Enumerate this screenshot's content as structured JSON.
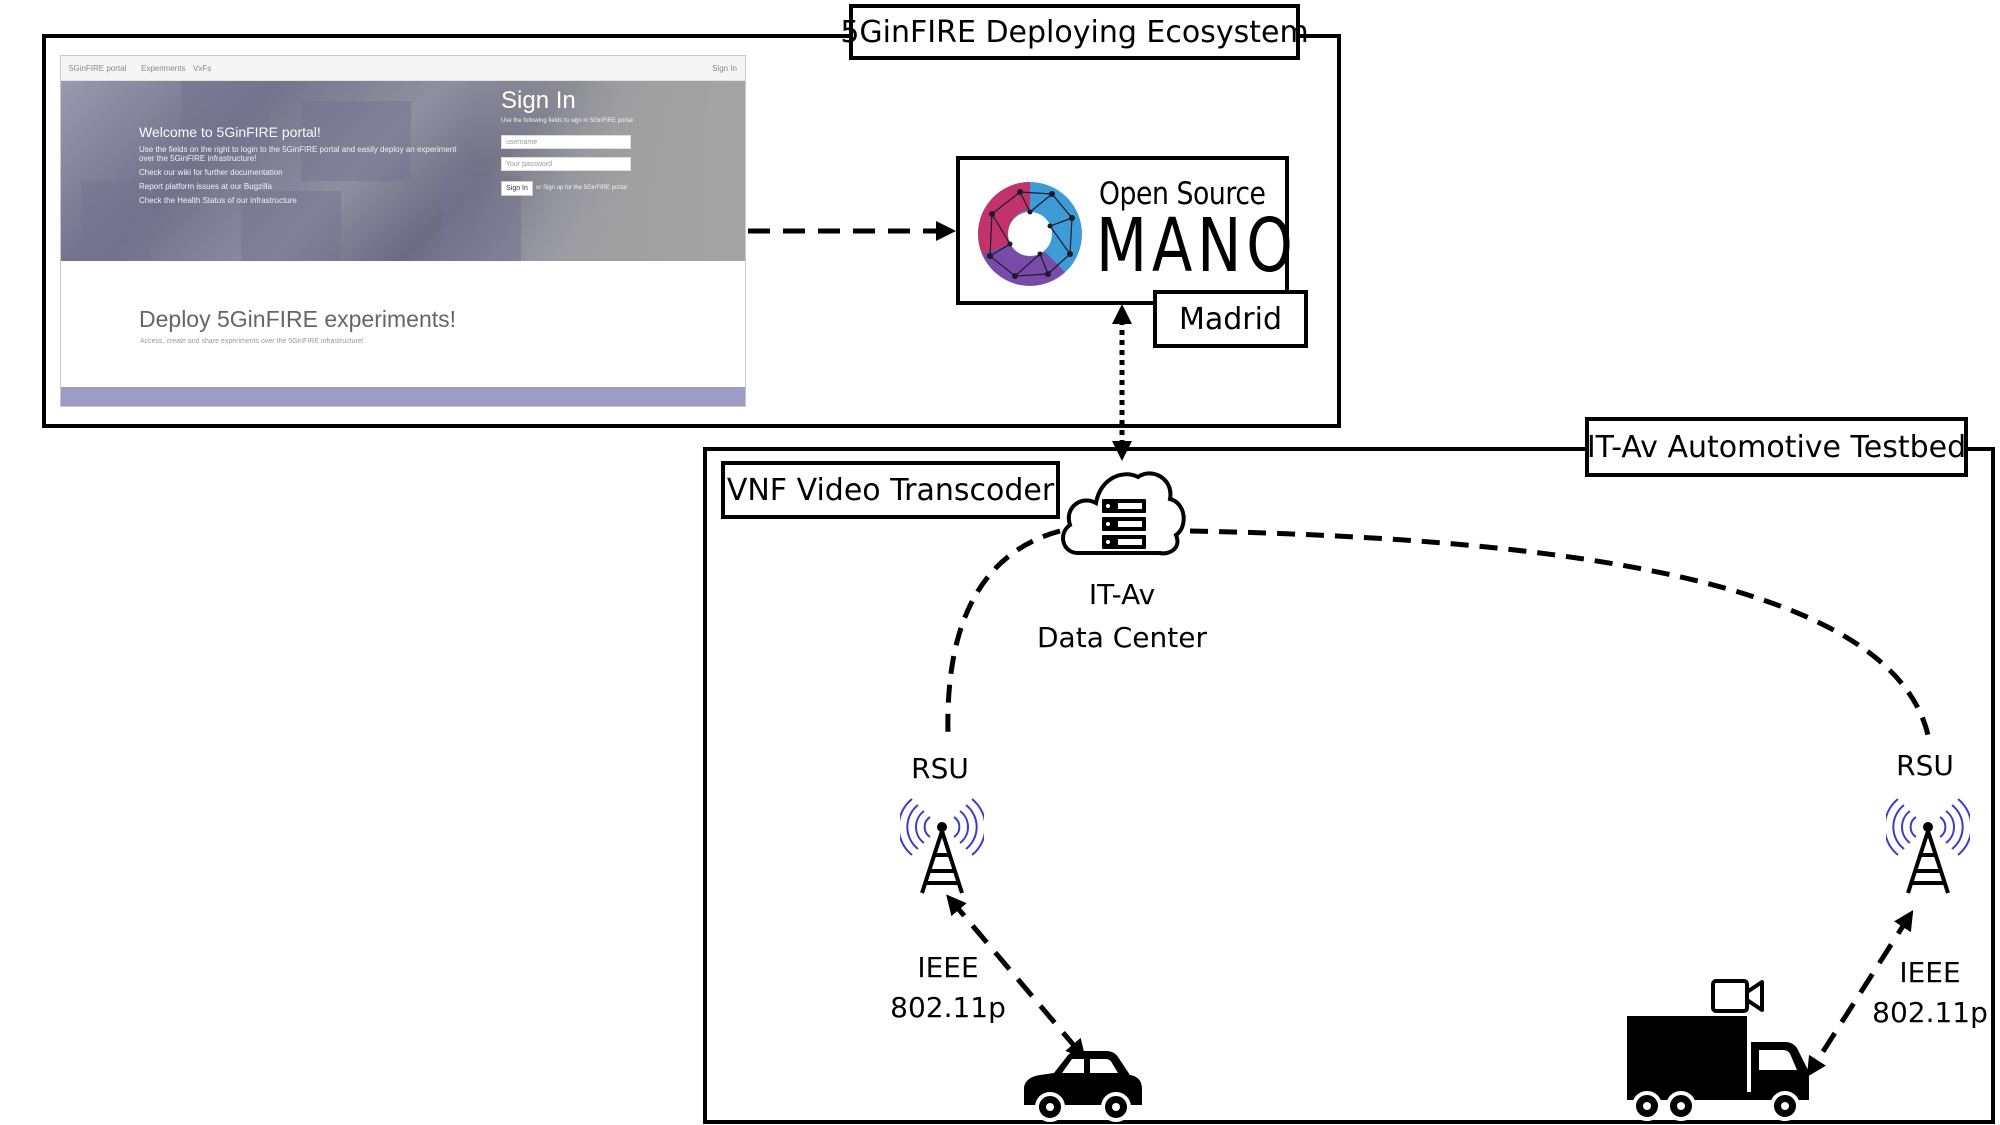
{
  "ecosystem": {
    "title": "5GinFIRE Deploying Ecosystem"
  },
  "portal": {
    "brand": "5GinFIRE portal",
    "nav_items": [
      "Experiments",
      "VxFs"
    ],
    "nav_signin": "Sign In",
    "welcome_title": "Welcome to 5GinFIRE portal!",
    "welcome_lines": [
      "Use the fields on the right to login to the 5GinFIRE portal and easily deploy an experiment",
      "over the 5GinFIRE infrastructure!",
      "Check our wiki for further documentation",
      "Report platform issues at our Bugzilla",
      "Check the Health Status of our infrastructure"
    ],
    "signin_title": "Sign In",
    "signin_hint": "Use the following fields to sign in 5GinFIRE portal",
    "username_placeholder": "username",
    "password_placeholder": "Your password",
    "signin_button": "Sign In",
    "signup_text": "or Sign up for the 5GinFIRE portal",
    "deploy_title": "Deploy 5GinFIRE experiments!",
    "deploy_subtitle": "Access, create and share experiments over the 5GinFIRE infrastructure!"
  },
  "osm": {
    "line1": "Open Source",
    "line2": "MANO",
    "location": "Madrid"
  },
  "testbed": {
    "title": "IT-Av Automotive Testbed",
    "vnf_label": "VNF Video Transcoder",
    "datacenter_line1": "IT-Av",
    "datacenter_line2": "Data Center",
    "rsu_left": "RSU",
    "rsu_right": "RSU",
    "link_left_line1": "IEEE",
    "link_left_line2": "802.11p",
    "link_right_line1": "IEEE",
    "link_right_line2": "802.11p"
  },
  "icons": {
    "cloud": "cloud-server-icon",
    "antenna": "antenna-tower-icon",
    "car": "car-icon",
    "truck": "truck-icon",
    "camera": "video-camera-icon",
    "osm_logo": "osm-logo-icon"
  },
  "colors": {
    "portal_footer": "#9c9cc6",
    "antenna_waves": "#3b3bc8",
    "osm_blue": "#3d9bd6",
    "osm_magenta": "#c2336b",
    "osm_purple": "#7a4aa8"
  }
}
